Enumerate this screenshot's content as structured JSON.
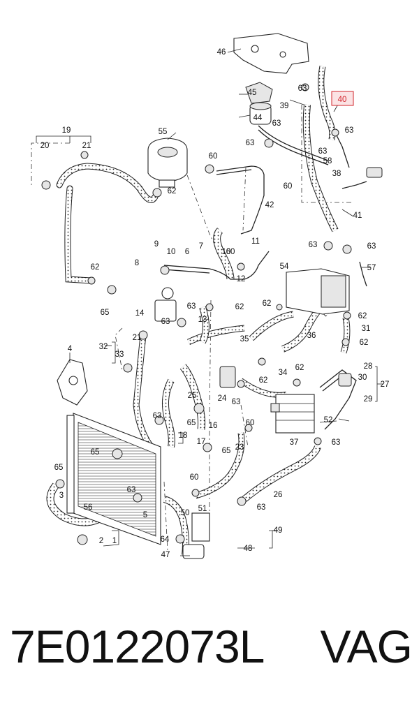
{
  "diagram": {
    "labels": [
      "1",
      "2",
      "3",
      "4",
      "5",
      "6",
      "7",
      "8",
      "9",
      "10",
      "10",
      "11",
      "12",
      "13",
      "14",
      "16",
      "17",
      "18",
      "19",
      "20",
      "21",
      "21",
      "23",
      "24",
      "25",
      "26",
      "27",
      "28",
      "29",
      "30",
      "31",
      "32",
      "33",
      "34",
      "35",
      "36",
      "37",
      "38",
      "39",
      "40",
      "41",
      "42",
      "44",
      "45",
      "46",
      "47",
      "48",
      "49",
      "50",
      "51",
      "52",
      "54",
      "55",
      "56",
      "57",
      "58",
      "60",
      "60",
      "60",
      "60",
      "60",
      "62",
      "62",
      "62",
      "62",
      "62",
      "62",
      "62",
      "62",
      "63",
      "63",
      "63",
      "63",
      "63",
      "63",
      "63",
      "63",
      "63",
      "63",
      "63",
      "63",
      "63",
      "63",
      "64",
      "65",
      "65",
      "65",
      "65",
      "65"
    ],
    "highlighted_label": "40",
    "highlight_color": "#d2232a",
    "line_color": "#222222"
  },
  "footer": {
    "part_number": "7E0122073L",
    "brand": "VAG"
  }
}
